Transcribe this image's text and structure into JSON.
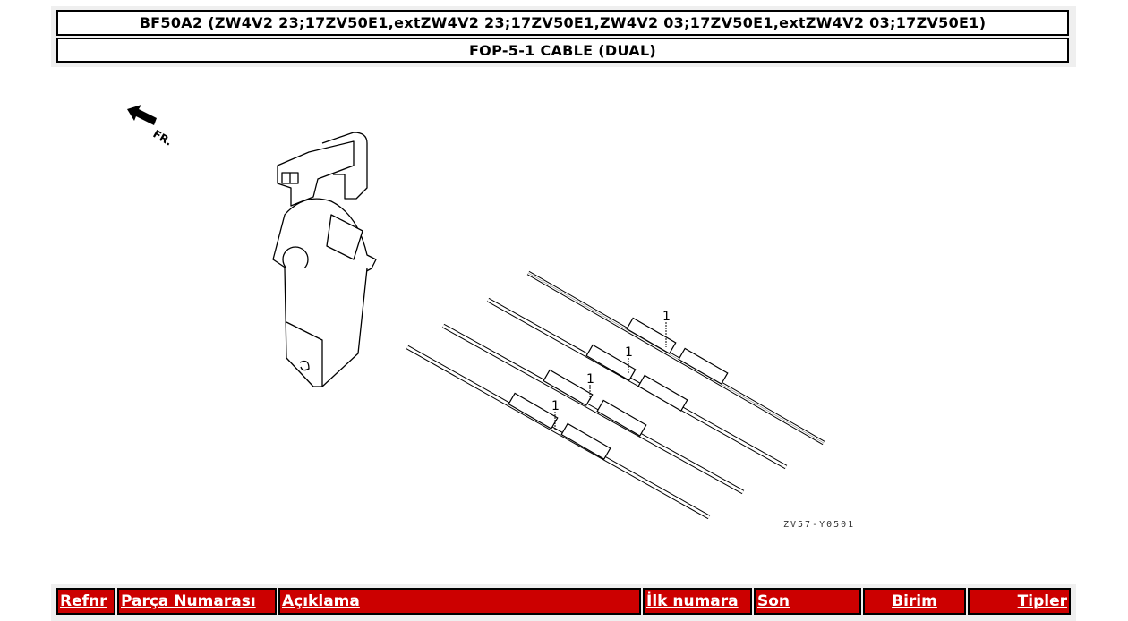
{
  "header": {
    "model_title": "BF50A2 (ZW4V2 23;17ZV50E1,extZW4V2 23;17ZV50E1,ZW4V2 03;17ZV50E1,extZW4V2 03;17ZV50E1)",
    "section_title": "FOP-5-1 CABLE (DUAL)"
  },
  "diagram": {
    "direction_label": "FR.",
    "direction_icon": "front-arrow-icon",
    "callouts": [
      "1",
      "1",
      "1",
      "1"
    ],
    "drawing_code": "ZV57-Y0501",
    "components": [
      "remote-control-box",
      "control-cable-x4"
    ]
  },
  "parts_table": {
    "header_bg": "#cc0000",
    "columns": [
      {
        "label": "Refnr"
      },
      {
        "label": "Parça Numarası"
      },
      {
        "label": "Açıklama"
      },
      {
        "label": "İlk numara"
      },
      {
        "label": "Son"
      },
      {
        "label": "Birim"
      },
      {
        "label": "Tipler"
      }
    ]
  }
}
